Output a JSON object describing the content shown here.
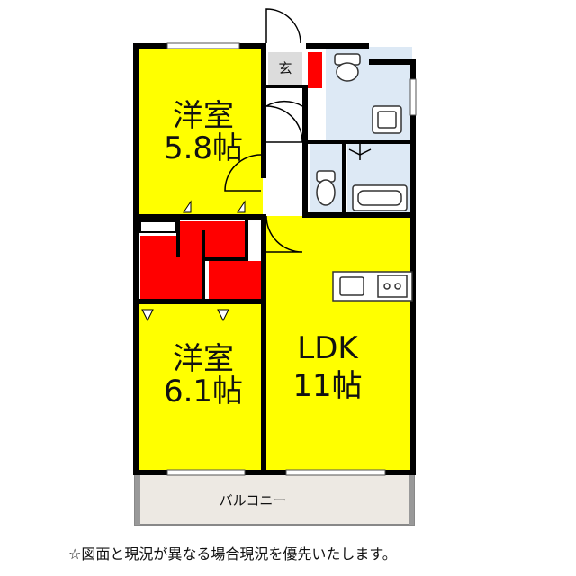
{
  "rooms": {
    "western_room_top": {
      "name": "洋室",
      "size": "5.8帖"
    },
    "western_room_bottom": {
      "name": "洋室",
      "size": "6.1帖"
    },
    "ldk": {
      "name": "LDK",
      "size": "11帖"
    },
    "entrance": {
      "label": "玄"
    },
    "balcony": {
      "label": "バルコニー"
    }
  },
  "colors": {
    "room_fill": "#ffff00",
    "storage_fill": "#ff0000",
    "wet_area_fill": "#dde9f5",
    "entrance_fill": "#dcdcdc",
    "balcony_fill": "#ede9e3",
    "wall": "#000000"
  },
  "fixtures": [
    "toilet-icon",
    "washbasin-icon",
    "bathtub-icon",
    "kitchen-sink-icon",
    "stove-icon"
  ],
  "note": "☆図面と現況が異なる場合現況を優先いたします。"
}
